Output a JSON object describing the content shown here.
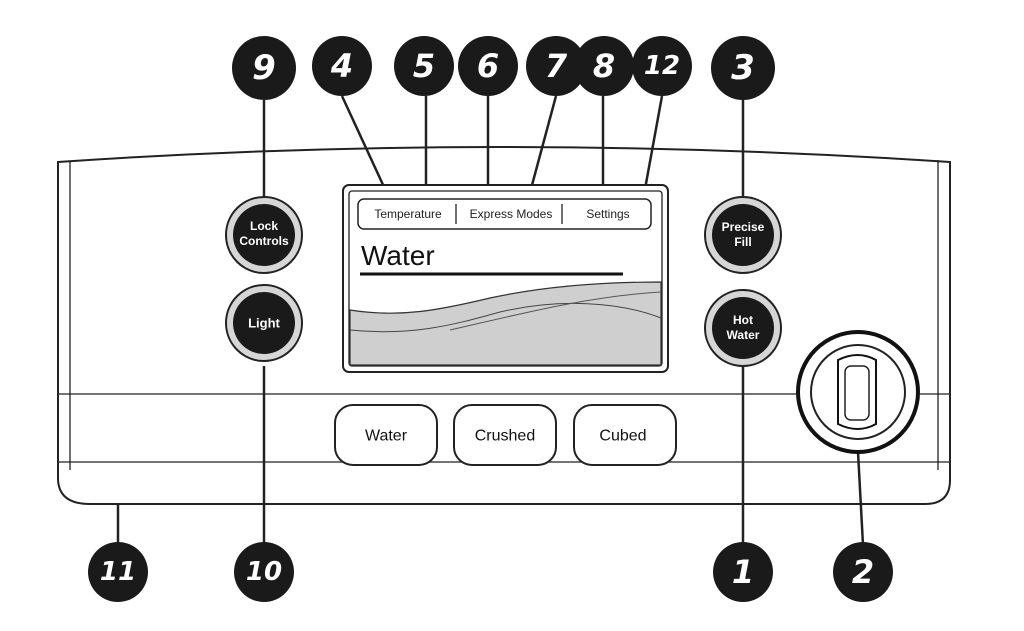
{
  "screen": {
    "tabs": [
      "Temperature",
      "Express Modes",
      "Settings"
    ],
    "title": "Water"
  },
  "left_buttons": {
    "lock_line1": "Lock",
    "lock_line2": "Controls",
    "light": "Light"
  },
  "right_buttons": {
    "precise_line1": "Precise",
    "precise_line2": "Fill",
    "hot_line1": "Hot",
    "hot_line2": "Water"
  },
  "dispense_buttons": [
    "Water",
    "Crushed",
    "Cubed"
  ],
  "callouts": {
    "n1": "1",
    "n2": "2",
    "n3": "3",
    "n4": "4",
    "n5": "5",
    "n6": "6",
    "n7": "7",
    "n8": "8",
    "n9": "9",
    "n10": "10",
    "n11": "11",
    "n12": "12"
  },
  "colors": {
    "dark": "#1a1a1a",
    "outline": "#222222",
    "screen_fill": "#cfcfcf",
    "button_ring": "#d6d6d6"
  }
}
